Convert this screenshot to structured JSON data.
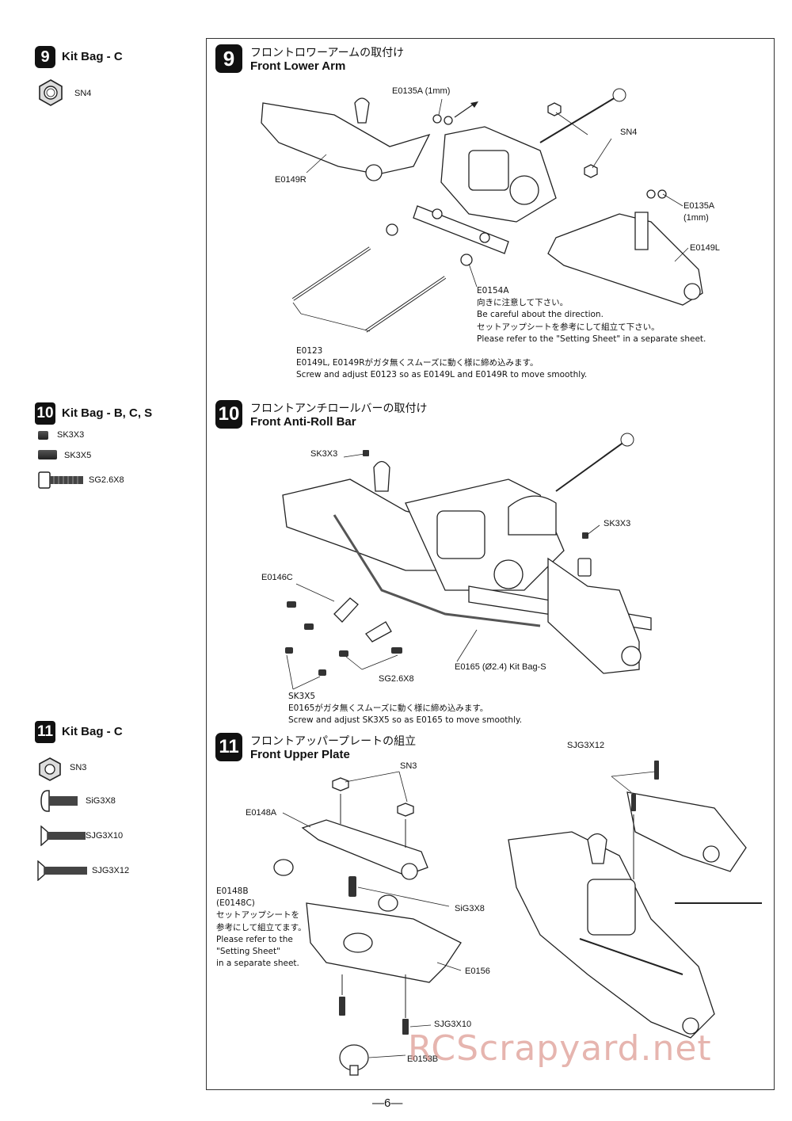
{
  "sidebar": {
    "kits": [
      {
        "number": "9",
        "title": "Kit Bag - C",
        "parts": [
          {
            "label": "SN4",
            "icon": "hex-nut-icon"
          }
        ]
      },
      {
        "number": "10",
        "title": "Kit Bag - B, C, S",
        "parts": [
          {
            "label": "SK3X3",
            "icon": "set-screw-icon"
          },
          {
            "label": "SK3X5",
            "icon": "set-screw-icon"
          },
          {
            "label": "SG2.6X8",
            "icon": "cap-screw-icon"
          }
        ]
      },
      {
        "number": "11",
        "title": "Kit Bag - C",
        "parts": [
          {
            "label": "SN3",
            "icon": "hex-nut-icon"
          },
          {
            "label": "SiG3X8",
            "icon": "button-screw-icon"
          },
          {
            "label": "SJG3X10",
            "icon": "flat-screw-icon"
          },
          {
            "label": "SJG3X12",
            "icon": "flat-screw-icon"
          }
        ]
      }
    ]
  },
  "steps": [
    {
      "number": "9",
      "title_jp": "フロントロワーアームの取付け",
      "title_en": "Front Lower Arm",
      "labels": {
        "e0135a_top": "E0135A (1mm)",
        "sn4": "SN4",
        "e0149r": "E0149R",
        "e0135a_right": "E0135A",
        "e0135a_right_sub": "(1mm)",
        "e0149l": "E0149L",
        "e0154a": "E0154A",
        "e0123": "E0123"
      },
      "notes": {
        "e0154a_jp": "向きに注意して下さい。",
        "e0154a_en": "Be careful about the direction.",
        "setting_jp": "セットアップシートを参考にして組立て下さい。",
        "setting_en": "Please refer to the \"Setting Sheet\" in a separate sheet.",
        "e0123_jp": "E0149L, E0149Rがガタ無くスムーズに動く様に締め込みます。",
        "e0123_en": "Screw and adjust E0123 so as E0149L and E0149R to move smoothly."
      }
    },
    {
      "number": "10",
      "title_jp": "フロントアンチロールバーの取付け",
      "title_en": "Front Anti-Roll Bar",
      "labels": {
        "sk3x3_top": "SK3X3",
        "sk3x3_right": "SK3X3",
        "e0146c": "E0146C",
        "sg26x8": "SG2.6X8",
        "e0165": "E0165 (Ø2.4) Kit Bag-S",
        "sk3x5": "SK3X5"
      },
      "notes": {
        "sk3x5_jp": "E0165がガタ無くスムーズに動く様に締め込みます。",
        "sk3x5_en": "Screw and adjust SK3X5 so as E0165 to move smoothly."
      }
    },
    {
      "number": "11",
      "title_jp": "フロントアッパープレートの組立",
      "title_en": "Front Upper Plate",
      "labels": {
        "sn3": "SN3",
        "e0148a": "E0148A",
        "e0148b": "E0148B",
        "e0148c": "(E0148C)",
        "sig3x8": "SiG3X8",
        "e0156": "E0156",
        "sjg3x10": "SJG3X10",
        "e0153b": "E0153B",
        "sjg3x12": "SJG3X12"
      },
      "notes": {
        "setting_jp_1": "セットアップシートを",
        "setting_jp_2": "参考にして組立てます。",
        "setting_en_1": "Please refer to the",
        "setting_en_2": "\"Setting Sheet\"",
        "setting_en_3": "in a separate sheet."
      }
    }
  ],
  "watermark": "RCScrapyard.net",
  "page_number": "—6—"
}
